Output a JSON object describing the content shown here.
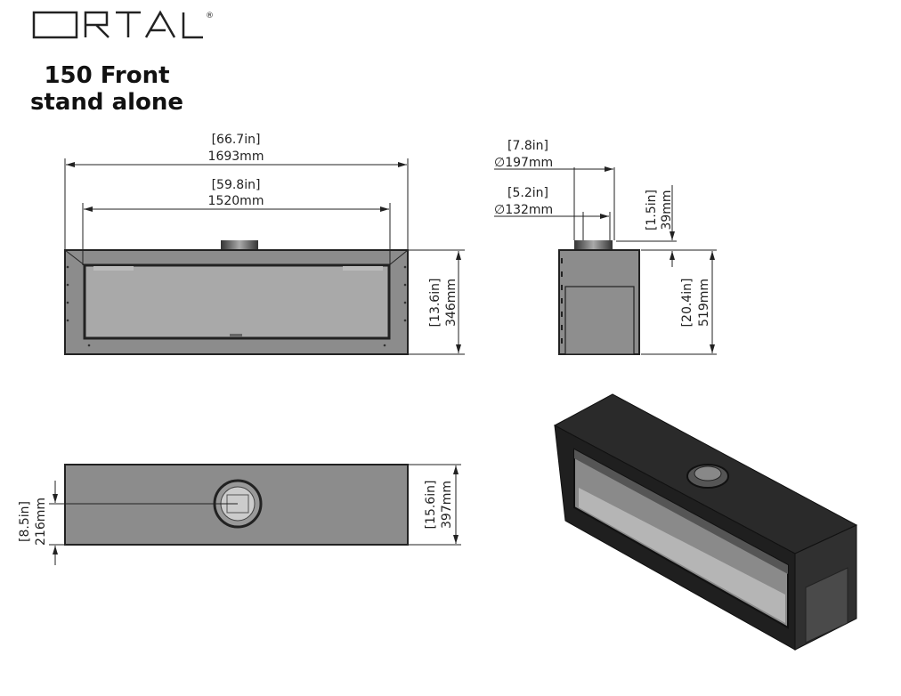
{
  "brand": {
    "logo_text": "ORTAL",
    "registered": "®"
  },
  "title": {
    "line1": "150 Front",
    "line2": "stand alone"
  },
  "front_view": {
    "overall_width": {
      "in": "66.7in",
      "mm": "1693mm"
    },
    "glass_width": {
      "in": "59.8in",
      "mm": "1520mm"
    },
    "height": {
      "in": "13.6in",
      "mm": "346mm"
    }
  },
  "side_view": {
    "flue_outer": {
      "in": "7.8in",
      "mm": "∅197mm"
    },
    "flue_inner": {
      "in": "5.2in",
      "mm": "∅132mm"
    },
    "flue_height": {
      "in": "1.5in",
      "mm": "39mm"
    },
    "height": {
      "in": "20.4in",
      "mm": "519mm"
    }
  },
  "top_view": {
    "flue_offset": {
      "in": "8.5in",
      "mm": "216mm"
    },
    "depth": {
      "in": "15.6in",
      "mm": "397mm"
    }
  },
  "colors": {
    "body": "#8c8c8c",
    "frame": "#333333",
    "glass": "#a9a9a9",
    "dark": "#1f1f1f"
  }
}
